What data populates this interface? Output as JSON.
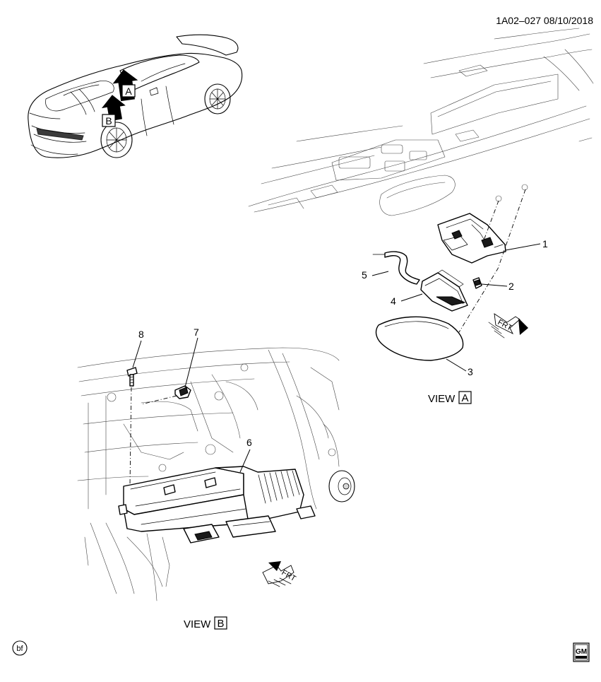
{
  "header": {
    "reference": "1A02–027 08/10/2018"
  },
  "car_view": {
    "arrow_a_label": "A",
    "arrow_b_label": "B"
  },
  "view_a": {
    "label": "VIEW",
    "letter": "A",
    "frt_label": "FRT",
    "callouts": [
      "1",
      "2",
      "3",
      "4",
      "5"
    ]
  },
  "view_b": {
    "label": "VIEW",
    "letter": "B",
    "frt_label": "FRT",
    "callouts": [
      "6",
      "7",
      "8"
    ]
  },
  "footer": {
    "corner_mark": "bf",
    "logo_text": "GM"
  }
}
